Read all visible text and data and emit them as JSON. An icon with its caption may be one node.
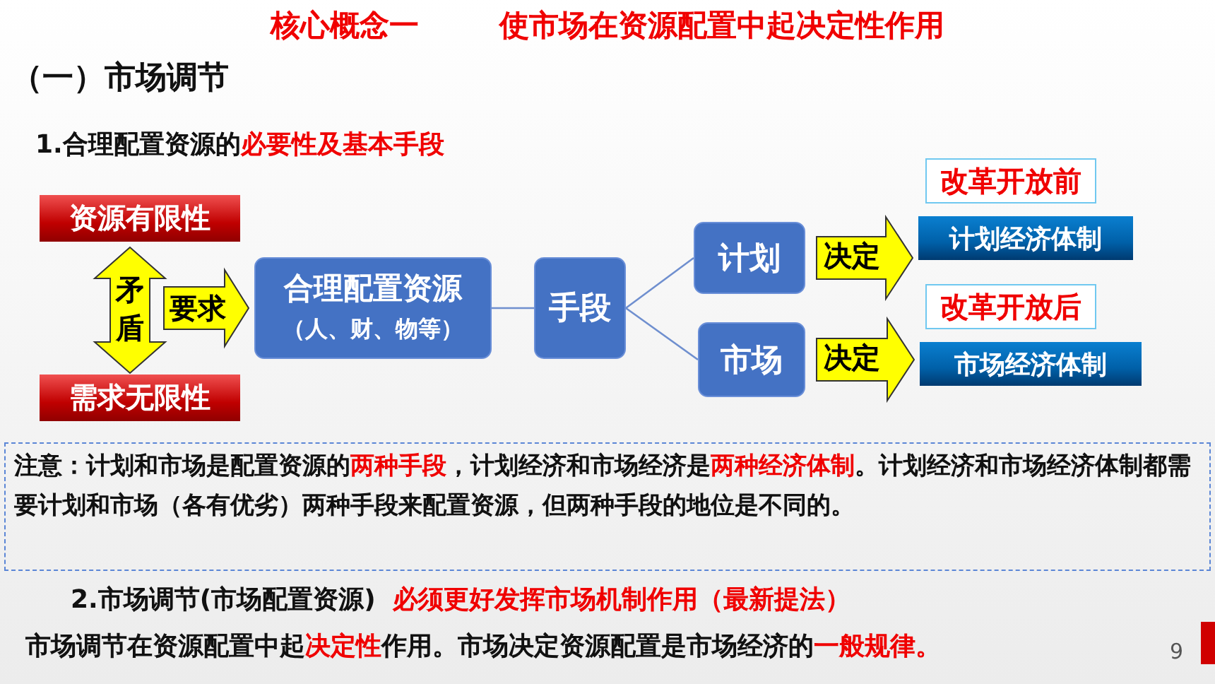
{
  "diagram": {
    "title": "核心概念一 使市场在资源配置中起决定性作用",
    "nodes": [
      {
        "text": [
          "资源有限性"
        ]
      },
      {
        "text": [
          "需求无限性"
        ]
      },
      {
        "text": [
          "合理配置资源",
          "（人、财、物等）"
        ]
      },
      {
        "text": [
          "手段"
        ]
      },
      {
        "text": [
          "计划"
        ]
      },
      {
        "text": [
          "市场"
        ]
      },
      {
        "text": [
          "改革开放前"
        ]
      },
      {
        "text": [
          "计划经济体制"
        ]
      },
      {
        "text": [
          "改革开放后"
        ]
      },
      {
        "text": [
          "市场经济体制"
        ]
      },
      {
        "text": [
          "注意：计划和市场是配置资源的**两种手段**，计划经济和市场经济是**两种经济体制**。计划经济和市场经济体制都需要计划和市场（各有优劣）两种手段来配置资源，但两种手段的地位是不同的。"
        ]
      }
    ],
    "edges": [
      {
        "from": 0,
        "to": 1,
        "arrow": "both",
        "label": "矛盾"
      },
      {
        "from": null,
        "to": 2,
        "arrow": "to",
        "label": "要求"
      },
      {
        "from": 2,
        "to": 3,
        "arrow": "none"
      },
      {
        "from": 3,
        "to": 4,
        "arrow": "none"
      },
      {
        "from": 3,
        "to": 5,
        "arrow": "none"
      },
      {
        "from": 4,
        "to": 7,
        "arrow": "to",
        "label": "决定"
      },
      {
        "from": 5,
        "to": 9,
        "arrow": "to",
        "label": "决定"
      }
    ],
    "labels": [
      "（一）市场调节",
      "1.合理配置资源的",
      "必要性及基本手段",
      "2.市场调节(市场配置资源)",
      "必须更好发挥市场机制作用（最新提法）",
      "市场调节在资源配置中起**决定性**作用。市场决定资源配置是市场经济的**一般规律。**",
      "9"
    ]
  }
}
